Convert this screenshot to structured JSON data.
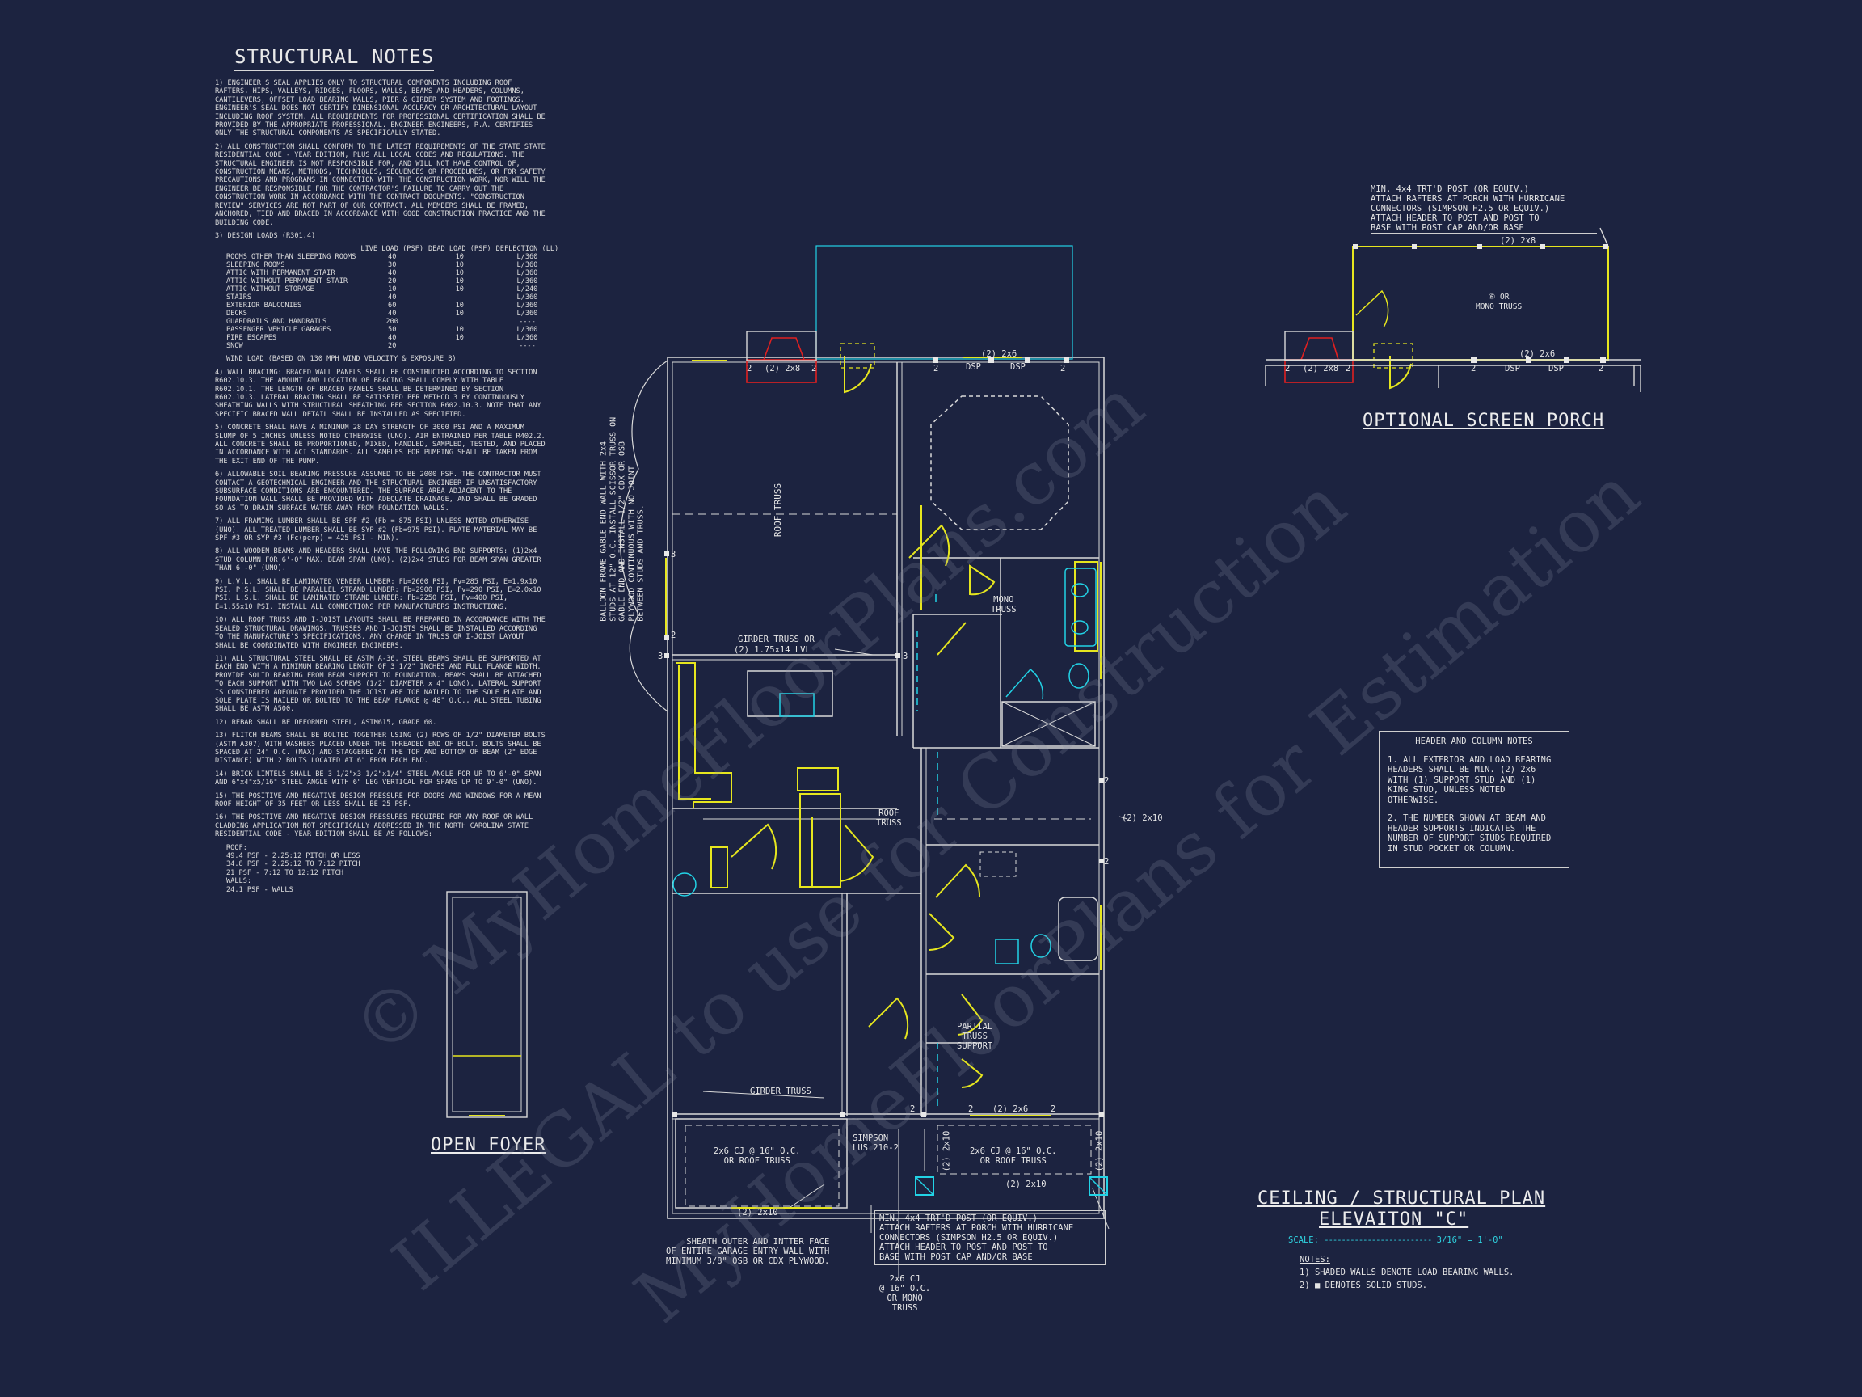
{
  "structural_notes": {
    "title": "STRUCTURAL NOTES",
    "items": [
      {
        "num": "1)",
        "text": "ENGINEER'S SEAL APPLIES ONLY TO STRUCTURAL COMPONENTS INCLUDING ROOF RAFTERS, HIPS, VALLEYS, RIDGES, FLOORS, WALLS, BEAMS AND HEADERS, COLUMNS, CANTILEVERS, OFFSET LOAD BEARING WALLS, PIER & GIRDER SYSTEM AND FOOTINGS. ENGINEER'S SEAL DOES NOT CERTIFY DIMENSIONAL ACCURACY OR ARCHITECTURAL LAYOUT INCLUDING ROOF SYSTEM. ALL REQUIREMENTS FOR PROFESSIONAL CERTIFICATION SHALL BE PROVIDED BY THE APPROPRIATE PROFESSIONAL. ENGINEER ENGINEERS, P.A. CERTIFIES ONLY THE STRUCTURAL COMPONENTS AS SPECIFICALLY STATED."
      },
      {
        "num": "2)",
        "text": "ALL CONSTRUCTION SHALL CONFORM TO THE LATEST REQUIREMENTS OF THE STATE STATE RESIDENTIAL CODE - YEAR EDITION, PLUS ALL LOCAL CODES AND REGULATIONS. THE STRUCTURAL ENGINEER IS NOT RESPONSIBLE FOR, AND WILL NOT HAVE CONTROL OF, CONSTRUCTION MEANS, METHODS, TECHNIQUES, SEQUENCES OR PROCEDURES, OR FOR SAFETY PRECAUTIONS AND PROGRAMS IN CONNECTION WITH THE CONSTRUCTION WORK, NOR WILL THE ENGINEER BE RESPONSIBLE FOR THE CONTRACTOR'S FAILURE TO CARRY OUT THE CONSTRUCTION WORK IN ACCORDANCE WITH THE CONTRACT DOCUMENTS. \"CONSTRUCTION REVIEW\" SERVICES ARE NOT PART OF OUR CONTRACT. ALL MEMBERS SHALL BE FRAMED, ANCHORED, TIED AND BRACED IN ACCORDANCE WITH GOOD CONSTRUCTION PRACTICE AND THE BUILDING CODE."
      },
      {
        "num": "3)",
        "text": "DESIGN LOADS (R301.4)"
      },
      {
        "num": "4)",
        "text": "WALL BRACING: BRACED WALL PANELS SHALL BE CONSTRUCTED ACCORDING TO SECTION R602.10.3. THE AMOUNT AND LOCATION OF BRACING SHALL COMPLY WITH TABLE R602.10.1. THE LENGTH OF BRACED PANELS SHALL BE DETERMINED BY SECTION R602.10.3. LATERAL BRACING SHALL BE SATISFIED PER METHOD 3 BY CONTINUOUSLY SHEATHING WALLS WITH STRUCTURAL SHEATHING PER SECTION R602.10.3. NOTE THAT ANY SPECIFIC BRACED WALL DETAIL SHALL BE INSTALLED AS SPECIFIED."
      },
      {
        "num": "5)",
        "text": "CONCRETE SHALL HAVE A MINIMUM 28 DAY STRENGTH OF 3000 PSI AND A MAXIMUM SLUMP OF 5 INCHES UNLESS NOTED OTHERWISE (UNO). AIR ENTRAINED PER TABLE R402.2. ALL CONCRETE SHALL BE PROPORTIONED, MIXED, HANDLED, SAMPLED, TESTED, AND PLACED IN ACCORDANCE WITH ACI STANDARDS. ALL SAMPLES FOR PUMPING SHALL BE TAKEN FROM THE EXIT END OF THE PUMP."
      },
      {
        "num": "6)",
        "text": "ALLOWABLE SOIL BEARING PRESSURE ASSUMED TO BE 2000 PSF. THE CONTRACTOR MUST CONTACT A GEOTECHNICAL ENGINEER AND THE STRUCTURAL ENGINEER IF UNSATISFACTORY SUBSURFACE CONDITIONS ARE ENCOUNTERED. THE SURFACE AREA ADJACENT TO THE FOUNDATION WALL SHALL BE PROVIDED WITH ADEQUATE DRAINAGE, AND SHALL BE GRADED SO AS TO DRAIN SURFACE WATER AWAY FROM FOUNDATION WALLS."
      },
      {
        "num": "7)",
        "text": "ALL FRAMING LUMBER SHALL BE SPF #2 (Fb = 875 PSI) UNLESS NOTED OTHERWISE (UNO). ALL TREATED LUMBER SHALL BE SYP #2 (Fb=975 PSI). PLATE MATERIAL MAY BE SPF #3 OR SYP #3 (Fc(perp) = 425 PSI - MIN)."
      },
      {
        "num": "8)",
        "text": "ALL WOODEN BEAMS AND HEADERS SHALL HAVE THE FOLLOWING END SUPPORTS: (1)2x4 STUD COLUMN FOR 6'-0\" MAX. BEAM SPAN (UNO). (2)2x4 STUDS FOR BEAM SPAN GREATER THAN 6'-0\" (UNO)."
      },
      {
        "num": "9)",
        "text": "L.V.L. SHALL BE LAMINATED VENEER LUMBER: Fb=2600 PSI, Fv=285 PSI, E=1.9x10 PSI. P.S.L. SHALL BE PARALLEL STRAND LUMBER: Fb=2900 PSI, Fv=290 PSI, E=2.0x10 PSI. L.S.L. SHALL BE LAMINATED STRAND LUMBER: Fb=2250 PSI, Fv=400 PSI, E=1.55x10 PSI. INSTALL ALL CONNECTIONS PER MANUFACTURERS INSTRUCTIONS."
      },
      {
        "num": "10)",
        "text": "ALL ROOF TRUSS AND I-JOIST LAYOUTS SHALL BE PREPARED IN ACCORDANCE WITH THE SEALED STRUCTURAL DRAWINGS. TRUSSES AND I-JOISTS SHALL BE INSTALLED ACCORDING TO THE MANUFACTURE'S SPECIFICATIONS. ANY CHANGE IN TRUSS OR I-JOIST LAYOUT SHALL BE COORDINATED WITH ENGINEER ENGINEERS."
      },
      {
        "num": "11)",
        "text": "ALL STRUCTURAL STEEL SHALL BE ASTM A-36. STEEL BEAMS SHALL BE SUPPORTED AT EACH END WITH A MINIMUM BEARING LENGTH OF 3 1/2\" INCHES AND FULL FLANGE WIDTH. PROVIDE SOLID BEARING FROM BEAM SUPPORT TO FOUNDATION. BEAMS SHALL BE ATTACHED TO EACH SUPPORT WITH TWO LAG SCREWS (1/2\" DIAMETER x 4\" LONG). LATERAL SUPPORT IS CONSIDERED ADEQUATE PROVIDED THE JOIST ARE TOE NAILED TO THE SOLE PLATE AND SOLE PLATE IS NAILED OR BOLTED TO THE BEAM FLANGE @ 48\" O.C., ALL STEEL TUBING SHALL BE ASTM A500."
      },
      {
        "num": "12)",
        "text": "REBAR SHALL BE DEFORMED STEEL, ASTM615, GRADE 60."
      },
      {
        "num": "13)",
        "text": "FLITCH BEAMS SHALL BE BOLTED TOGETHER USING (2) ROWS OF 1/2\" DIAMETER BOLTS (ASTM A307) WITH WASHERS PLACED UNDER THE THREADED END OF BOLT. BOLTS SHALL BE SPACED AT 24\" O.C. (MAX) AND STAGGERED AT THE TOP AND BOTTOM OF BEAM (2\" EDGE DISTANCE) WITH 2 BOLTS LOCATED AT 6\" FROM EACH END."
      },
      {
        "num": "14)",
        "text": "BRICK LINTELS SHALL BE 3 1/2\"x3 1/2\"x1/4\" STEEL ANGLE FOR UP TO 6'-0\" SPAN AND 6\"x4\"x5/16\" STEEL ANGLE WITH 6\" LEG VERTICAL FOR SPANS UP TO 9'-0\" (UNO)."
      },
      {
        "num": "15)",
        "text": "THE POSITIVE AND NEGATIVE DESIGN PRESSURE FOR DOORS AND WINDOWS FOR A MEAN ROOF HEIGHT OF 35 FEET OR LESS SHALL BE 25 PSF."
      },
      {
        "num": "16)",
        "text": "THE POSITIVE AND NEGATIVE DESIGN PRESSURES REQUIRED FOR ANY ROOF OR WALL CLADDING APPLICATION NOT SPECIFICALLY ADDRESSED IN THE NORTH CAROLINA STATE RESIDENTIAL CODE - YEAR EDITION SHALL BE AS FOLLOWS:"
      }
    ],
    "load_table": {
      "headers": [
        "",
        "LIVE LOAD (PSF)",
        "DEAD LOAD (PSF)",
        "DEFLECTION (LL)"
      ],
      "rows": [
        [
          "ROOMS OTHER THAN SLEEPING ROOMS",
          "40",
          "10",
          "L/360"
        ],
        [
          "SLEEPING ROOMS",
          "30",
          "10",
          "L/360"
        ],
        [
          "ATTIC WITH PERMANENT STAIR",
          "40",
          "10",
          "L/360"
        ],
        [
          "ATTIC WITHOUT PERMANENT STAIR",
          "20",
          "10",
          "L/360"
        ],
        [
          "ATTIC WITHOUT STORAGE",
          "10",
          "10",
          "L/240"
        ],
        [
          "STAIRS",
          "40",
          "",
          "L/360"
        ],
        [
          "EXTERIOR BALCONIES",
          "60",
          "10",
          "L/360"
        ],
        [
          "DECKS",
          "40",
          "10",
          "L/360"
        ],
        [
          "GUARDRAILS AND HANDRAILS",
          "200",
          "",
          "----"
        ],
        [
          "PASSENGER VEHICLE GARAGES",
          "50",
          "10",
          "L/360"
        ],
        [
          "FIRE ESCAPES",
          "40",
          "10",
          "L/360"
        ],
        [
          "SNOW",
          "20",
          "",
          "----"
        ]
      ],
      "wind_load": "WIND LOAD           (BASED ON 130 MPH WIND VELOCITY & EXPOSURE B)"
    },
    "roof_label": "ROOF:",
    "roof_items": [
      "49.4 PSF - 2.25:12 PITCH OR LESS",
      "34.8 PSF - 2.25:12 TO 7:12 PITCH",
      "21 PSF - 7:12 TO 12:12 PITCH"
    ],
    "walls_label": "WALLS:",
    "walls_items": [
      "24.1 PSF - WALLS"
    ]
  },
  "header_column_notes": {
    "title": "HEADER AND COLUMN NOTES",
    "items": [
      "1. ALL EXTERIOR AND LOAD BEARING HEADERS SHALL BE MIN. (2) 2x6 WITH (1) SUPPORT STUD AND (1) KING STUD, UNLESS NOTED OTHERWISE.",
      "2. THE NUMBER SHOWN AT BEAM AND HEADER SUPPORTS INDICATES THE NUMBER OF SUPPORT STUDS REQUIRED IN STUD POCKET OR COLUMN."
    ]
  },
  "plan": {
    "title": "CEILING / STRUCTURAL PLAN",
    "subtitle": "ELEVAITON \"C\"",
    "scale_label": "SCALE:",
    "scale_value": "3/16\" = 1'-0\"",
    "notes_title": "NOTES:",
    "notes": [
      "1) SHADED WALLS DENOTE LOAD BEARING WALLS.",
      "2) ■ DENOTES SOLID STUDS."
    ]
  },
  "screen_porch": {
    "title": "OPTIONAL SCREEN PORCH",
    "callout": "MIN. 4x4 TRT'D POST (OR EQUIV.)\nATTACH RAFTERS AT PORCH WITH HURRICANE\nCONNECTORS (SIMPSON H2.5 OR EQUIV.)\nATTACH HEADER TO POST AND POST TO\nBASE WITH POST CAP AND/OR BASE",
    "top_header": "(2) 2x8",
    "mono_label": "⑥ OR\nMONO TRUSS",
    "left_header": "(2) 2x8",
    "right_header": "(2) 2x6",
    "dsp": "DSP",
    "two": "2"
  },
  "open_foyer": {
    "title": "OPEN FOYER"
  },
  "labels": {
    "balloon": "BALLOON FRAME GABLE END WALL WITH 2x4\nSTUDS AT 12\" O.C. INSTALL SCISSOR TRUSS ON\nGABLE END AND INSTALL 1/2\" CDX OR OSB\nPLYWOOD CONTINUOUS WITH NO JOINT\nBETWEEN STUDS AND TRUSS.",
    "roof_truss_v": "ROOF TRUSS",
    "girder_truss_or": "GIRDER TRUSS OR",
    "girder_lvl": "(2) 1.75x14 LVL",
    "mono_truss": "MONO\nTRUSS",
    "roof_truss": "ROOF\nTRUSS",
    "partial_truss": "PARTIAL\nTRUSS\nSUPPORT",
    "girder_truss": "GIRDER TRUSS",
    "right_header": "(2) 2x10",
    "simpson": "SIMPSON\nLUS 210-2",
    "cj_left": "2x6 CJ @ 16\" O.C.\nOR ROOF TRUSS",
    "cj_right": "2x6 CJ @ 16\" O.C.\nOR ROOF TRUSS",
    "bottom_header_left": "(2) 2x10",
    "bottom_header_right": "(2) 2x10",
    "top_header_a": "(2) 2x8",
    "top_header_b": "(2) 2x6",
    "mid_header": "(2) 2x6",
    "v_header_a": "(2) 2x10",
    "v_header_b": "(2) 2x10",
    "dsp": "DSP",
    "n2": "2",
    "n3": "3",
    "sheath": "SHEATH OUTER AND INTTER FACE\nOF ENTIRE GARAGE ENTRY WALL WITH\nMINIMUM 3/8\" OSB OR CDX PLYWOOD.",
    "post_callout": "MIN. 4x4 TRT'D POST (OR EQUIV.)\nATTACH RAFTERS AT PORCH WITH HURRICANE\nCONNECTORS (SIMPSON H2.5 OR EQUIV.)\nATTACH HEADER TO POST AND POST TO\nBASE WITH POST CAP AND/OR BASE",
    "cj_mono": "2x6 CJ\n@ 16\" O.C.\nOR MONO\nTRUSS"
  },
  "watermark": {
    "line1": "© MyHomeFloorPlans.com",
    "line2": "ILLEGAL to use for Construction",
    "line3": "MyHomeFloorPlans for Estimation"
  },
  "colors": {
    "background": "#1c2340",
    "line": "#d9d9d9",
    "load_wall": "#e6e61e",
    "cyan": "#22d3e6",
    "red": "#e02020"
  }
}
